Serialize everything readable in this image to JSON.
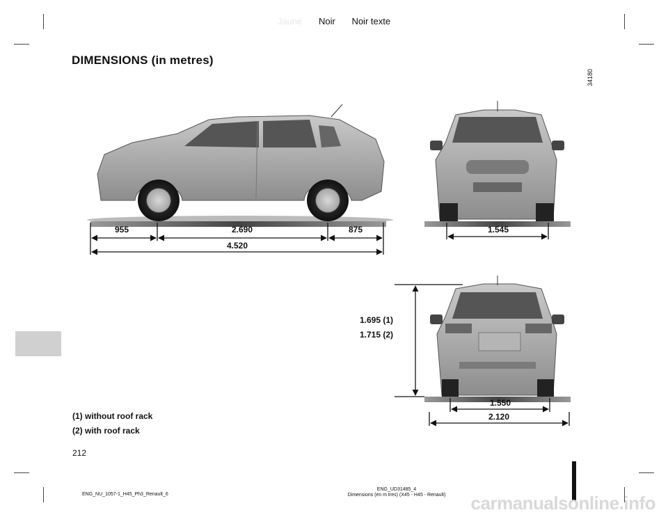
{
  "header": {
    "color_jaune": "Jaune",
    "color_noir": "Noir",
    "color_noir_texte": "Noir texte"
  },
  "title": "DIMENSIONS (in metres)",
  "image_ref": "34180",
  "side_view": {
    "front_overhang": "955",
    "wheelbase": "2.690",
    "rear_overhang": "875",
    "overall_length": "4.520"
  },
  "front_view": {
    "front_track": "1.545"
  },
  "rear_view": {
    "height_without_rack": "1.695 (1)",
    "height_with_rack": "1.715 (2)",
    "rear_track": "1.550",
    "overall_width": "2.120"
  },
  "notes": {
    "note1": "(1) without roof rack",
    "note2": "(2) with roof rack"
  },
  "page_number": "212",
  "footer": {
    "left": "ENG_NU_1057-1_H45_Ph3_Renault_6",
    "right_line1": "ENG_UD31485_4",
    "right_line2": "Dimensions (en m  tres) (X45 - H45 - Renault)"
  },
  "watermark": "carmanualsonline.info",
  "colors": {
    "car_body": "#a9a9a9",
    "ground_shadow": "#555555",
    "tab_grey": "#d0d0d0"
  }
}
